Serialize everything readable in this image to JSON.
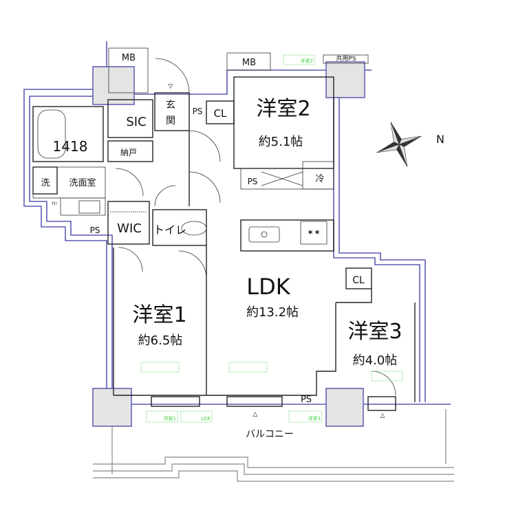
{
  "rooms": {
    "western2": {
      "name": "洋室2",
      "size": "約5.1帖"
    },
    "western1": {
      "name": "洋室1",
      "size": "約6.5帖"
    },
    "western3": {
      "name": "洋室3",
      "size": "約4.0帖"
    },
    "ldk": {
      "name": "LDK",
      "size": "約13.2帖"
    },
    "entrance": {
      "line1": "玄",
      "line2": "関"
    },
    "sic": "SIC",
    "storage": "納戸",
    "bath": "1418",
    "washer": "洗",
    "washroom": "洗面室",
    "linen": "ﾘﾈﾝ",
    "wic": "WIC",
    "toilet": "トイレ",
    "fridge": "冷",
    "balcony": "バルコニー"
  },
  "labels": {
    "mb": "MB",
    "ps": "PS",
    "cl": "CL",
    "shared_ps": "共用PS",
    "north": "N"
  },
  "ac_tags": {
    "western2": "洋室2",
    "western1": "洋室1",
    "ldk": "LDK",
    "western3": "洋室3"
  },
  "colors": {
    "wall_outline": "#5a5ab4",
    "column": "#e4e4e4",
    "ac_tag": "#3fcf3f"
  }
}
